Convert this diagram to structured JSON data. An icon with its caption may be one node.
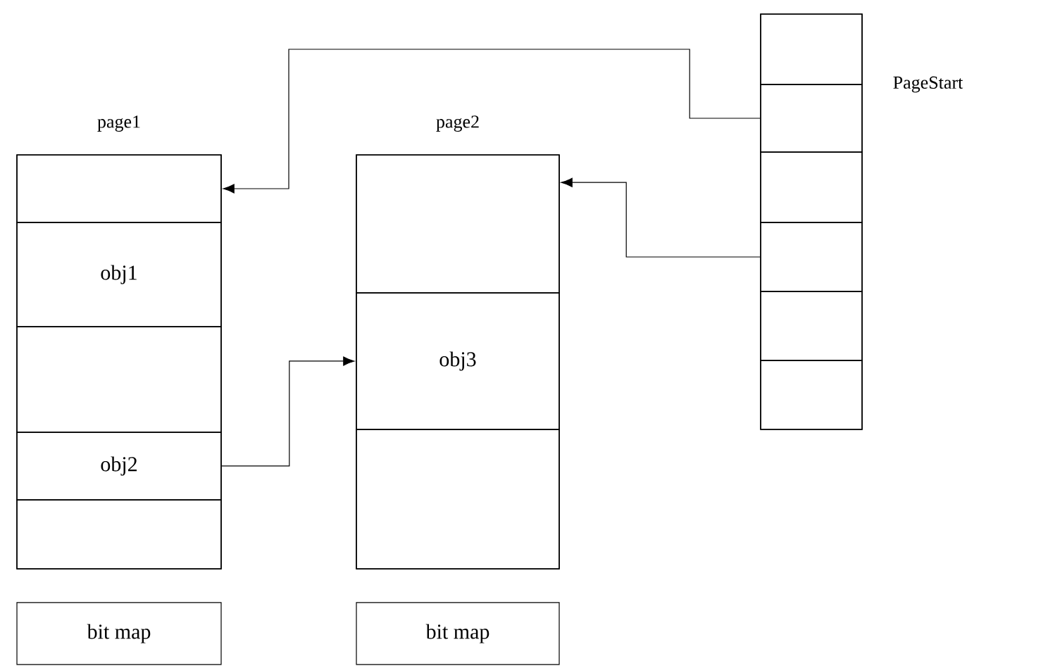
{
  "diagram": {
    "nodes": [
      {
        "text": [
          "page1"
        ]
      },
      {
        "text": [],
        "shape": "box",
        "in": 0
      },
      {
        "text": [
          "obj1"
        ],
        "in": 0
      },
      {
        "text": [],
        "shape": "box",
        "in": 0
      },
      {
        "text": [
          "obj2"
        ],
        "in": 0
      },
      {
        "text": [],
        "shape": "box",
        "in": 0
      },
      {
        "text": [
          "page2"
        ]
      },
      {
        "text": [],
        "shape": "box",
        "in": 6
      },
      {
        "text": [
          "obj3"
        ],
        "in": 6
      },
      {
        "text": [],
        "shape": "box",
        "in": 6
      },
      {
        "text": [
          "PageStart"
        ]
      },
      {
        "text": [],
        "shape": "box",
        "in": 10
      },
      {
        "text": [],
        "shape": "box",
        "in": 10
      },
      {
        "text": [],
        "shape": "box",
        "in": 10
      },
      {
        "text": [],
        "shape": "box",
        "in": 10
      },
      {
        "text": [],
        "shape": "box",
        "in": 10
      },
      {
        "text": [],
        "shape": "box",
        "in": 10
      },
      {
        "text": [
          "bit map"
        ]
      },
      {
        "text": [
          "bit map"
        ]
      }
    ],
    "edges": [
      {
        "from": 12,
        "to": 1,
        "arrow": "to"
      },
      {
        "from": 14,
        "to": 7,
        "arrow": "to"
      },
      {
        "from": 4,
        "to": 8,
        "arrow": "to"
      }
    ]
  }
}
